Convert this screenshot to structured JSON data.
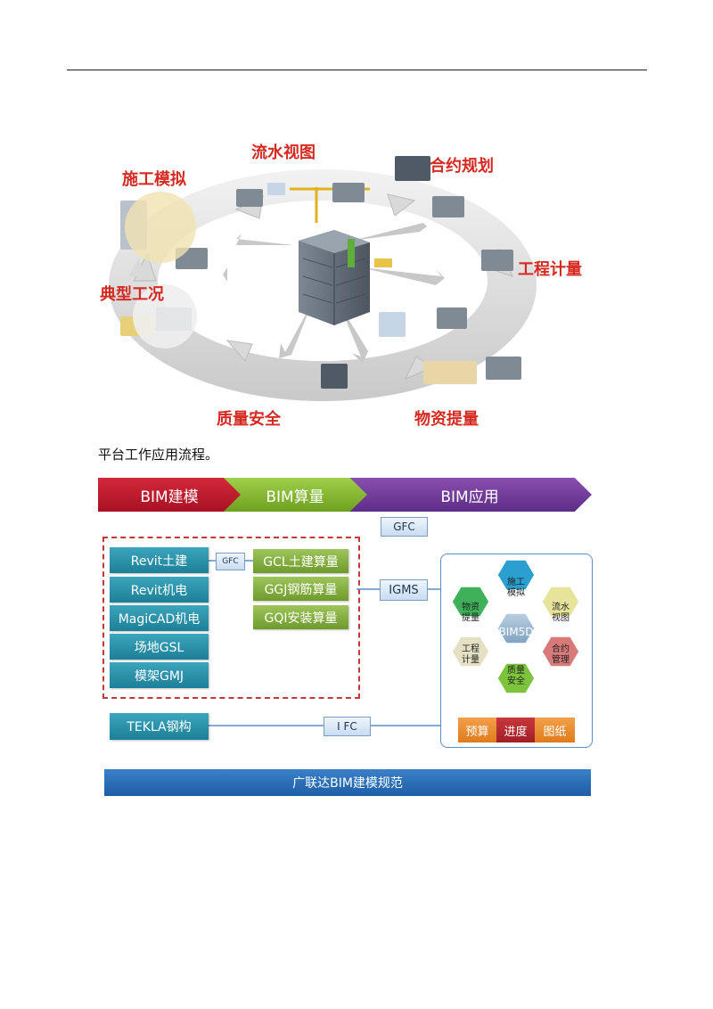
{
  "cycle_labels": {
    "flow_view": "流水视图",
    "construction_sim": "施工模拟",
    "contract_plan": "合约规划",
    "engineering_measure": "工程计量",
    "typical_condition": "典型工况",
    "quality_safety": "质量安全",
    "material_report": "物资提量"
  },
  "caption": "平台工作应用流程。",
  "stages": [
    "BIM建模",
    "BIM算量",
    "BIM应用"
  ],
  "gfc_top": "GFC",
  "gfc_small": "GFC",
  "modeling_tools": [
    "Revit土建",
    "Revit机电",
    "MagiCAD机电",
    "场地GSL",
    "模架GMJ"
  ],
  "quantity_tools": [
    "GCL土建算量",
    "GGJ钢筋算量",
    "GQI安装算量"
  ],
  "igms": "IGMS",
  "tekla": "TEKLA钢构",
  "ifc": "I FC",
  "hex": {
    "center": "BIM5D",
    "construction_sim": [
      "施工",
      "模拟"
    ],
    "flow_view": [
      "流水",
      "视图"
    ],
    "material_report": [
      "物资",
      "提量"
    ],
    "contract_mgmt": [
      "合约",
      "管理"
    ],
    "engineering_measure": [
      "工程",
      "计量"
    ],
    "quality_safety": [
      "质量",
      "安全"
    ]
  },
  "bottom_buttons": [
    "预算",
    "进度",
    "图纸"
  ],
  "standard_bar": "广联达BIM建模规范",
  "colors": {
    "label_red": "#d42a22",
    "stage_red": "#c21f31",
    "stage_green": "#86b835",
    "stage_purple": "#74409e",
    "teal": "#2a93ad",
    "green": "#86ad42",
    "blue_bar": "#2c6fb8"
  }
}
